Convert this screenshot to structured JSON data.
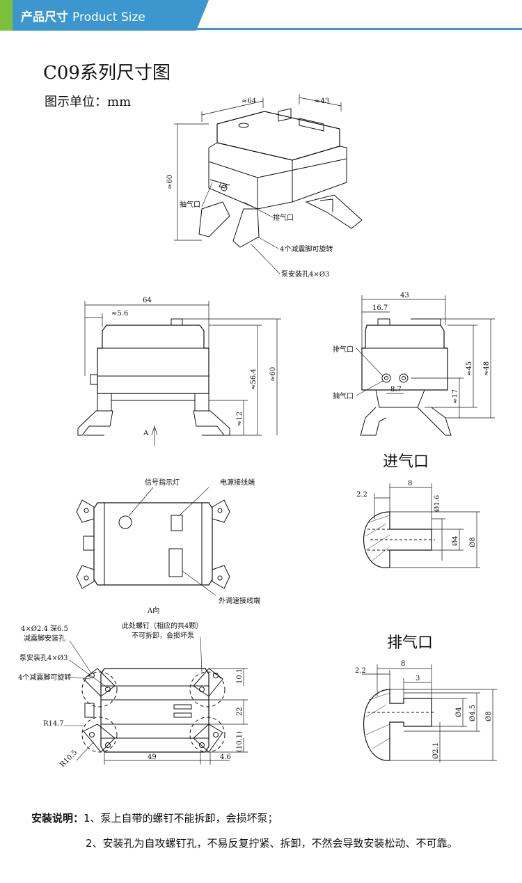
{
  "header": {
    "title_cn": "产品尺寸",
    "title_en": "Product Size",
    "accent": "#3d97cf",
    "green": "#7cbf3a"
  },
  "title": "C09系列尺寸图",
  "unit": "图示单位：mm",
  "iso": {
    "dim_w": "≈64",
    "dim_d": "≈43",
    "dim_h": "≈60",
    "intake": "抽气口",
    "exhaust": "排气口",
    "feet": "4个减震脚可旋转",
    "holes": "泵安装孔4×Ø3"
  },
  "front": {
    "d64": "64",
    "d56": "≈5.6",
    "h564": "≈56.4",
    "h60": "≈60",
    "h12": "≈12",
    "arrow": "A"
  },
  "side": {
    "d43": "43",
    "d167": "16.7",
    "d87": "8.7",
    "h45": "≈45",
    "h48": "≈48",
    "h17": "≈17",
    "exhaust": "排气口",
    "intake": "抽气口"
  },
  "top": {
    "signal": "信号指示灯",
    "power": "电源接线端",
    "ext": "外调速接线端",
    "view": "A向"
  },
  "inlet": {
    "title": "进气口",
    "d22": "2.2",
    "d8": "8",
    "d16": "Ø1.6",
    "d4": "Ø4",
    "d8v": "Ø8"
  },
  "outlet": {
    "title": "排气口",
    "d22": "2.2",
    "d8": "8",
    "d3": "3",
    "d4": "Ø4",
    "d45": "Ø4.5",
    "d8v": "Ø8",
    "d21": "Ø2.1"
  },
  "bottom": {
    "hole_spec": "4×Ø2.4 深6.5",
    "hole_name": "减震脚安装孔",
    "pump_hole": "泵安装孔4×Ø3",
    "feet": "4个减震脚可旋转",
    "screw1": "此处螺钉（相应的共4颗）",
    "screw2": "不可拆卸，会损坏泵",
    "r147": "R14.7",
    "r105": "R10.5",
    "d49": "49",
    "d46": "4.6",
    "d101": "10.1",
    "d22": "22",
    "d101b": "(10.1)"
  },
  "notes": {
    "label": "安装说明：",
    "line1": "1、泵上自带的螺钉不能拆卸，会损坏泵；",
    "line2": "2、安装孔为自攻螺钉孔，不易反复拧紧、拆卸，不然会导致安装松动、不可靠。"
  }
}
